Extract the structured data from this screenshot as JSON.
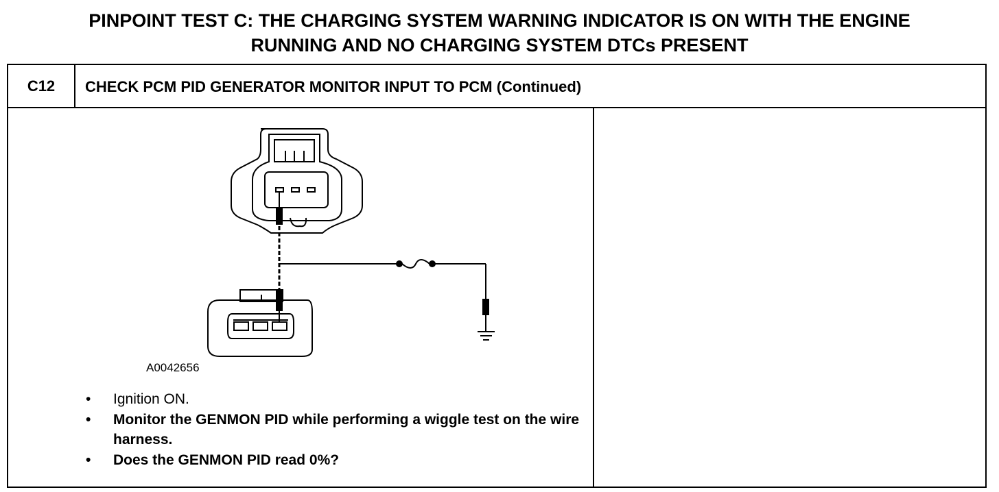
{
  "title": {
    "line1": "PINPOINT TEST C: THE CHARGING SYSTEM WARNING INDICATOR IS ON WITH THE ENGINE",
    "line2": "RUNNING AND NO CHARGING SYSTEM DTCs PRESENT"
  },
  "step": {
    "id": "C12",
    "heading": "CHECK PCM PID GENERATOR MONITOR INPUT TO PCM (Continued)"
  },
  "figure": {
    "id": "A0042656",
    "icons": [
      "connector-icon",
      "fuse-icon",
      "ground-icon"
    ]
  },
  "instructions": [
    {
      "text": "Ignition ON.",
      "bold": false
    },
    {
      "text": "Monitor the GENMON PID while performing a wiggle test on the wire harness.",
      "bold": true
    },
    {
      "text": "Does the GENMON PID read 0%?",
      "bold": true
    }
  ]
}
